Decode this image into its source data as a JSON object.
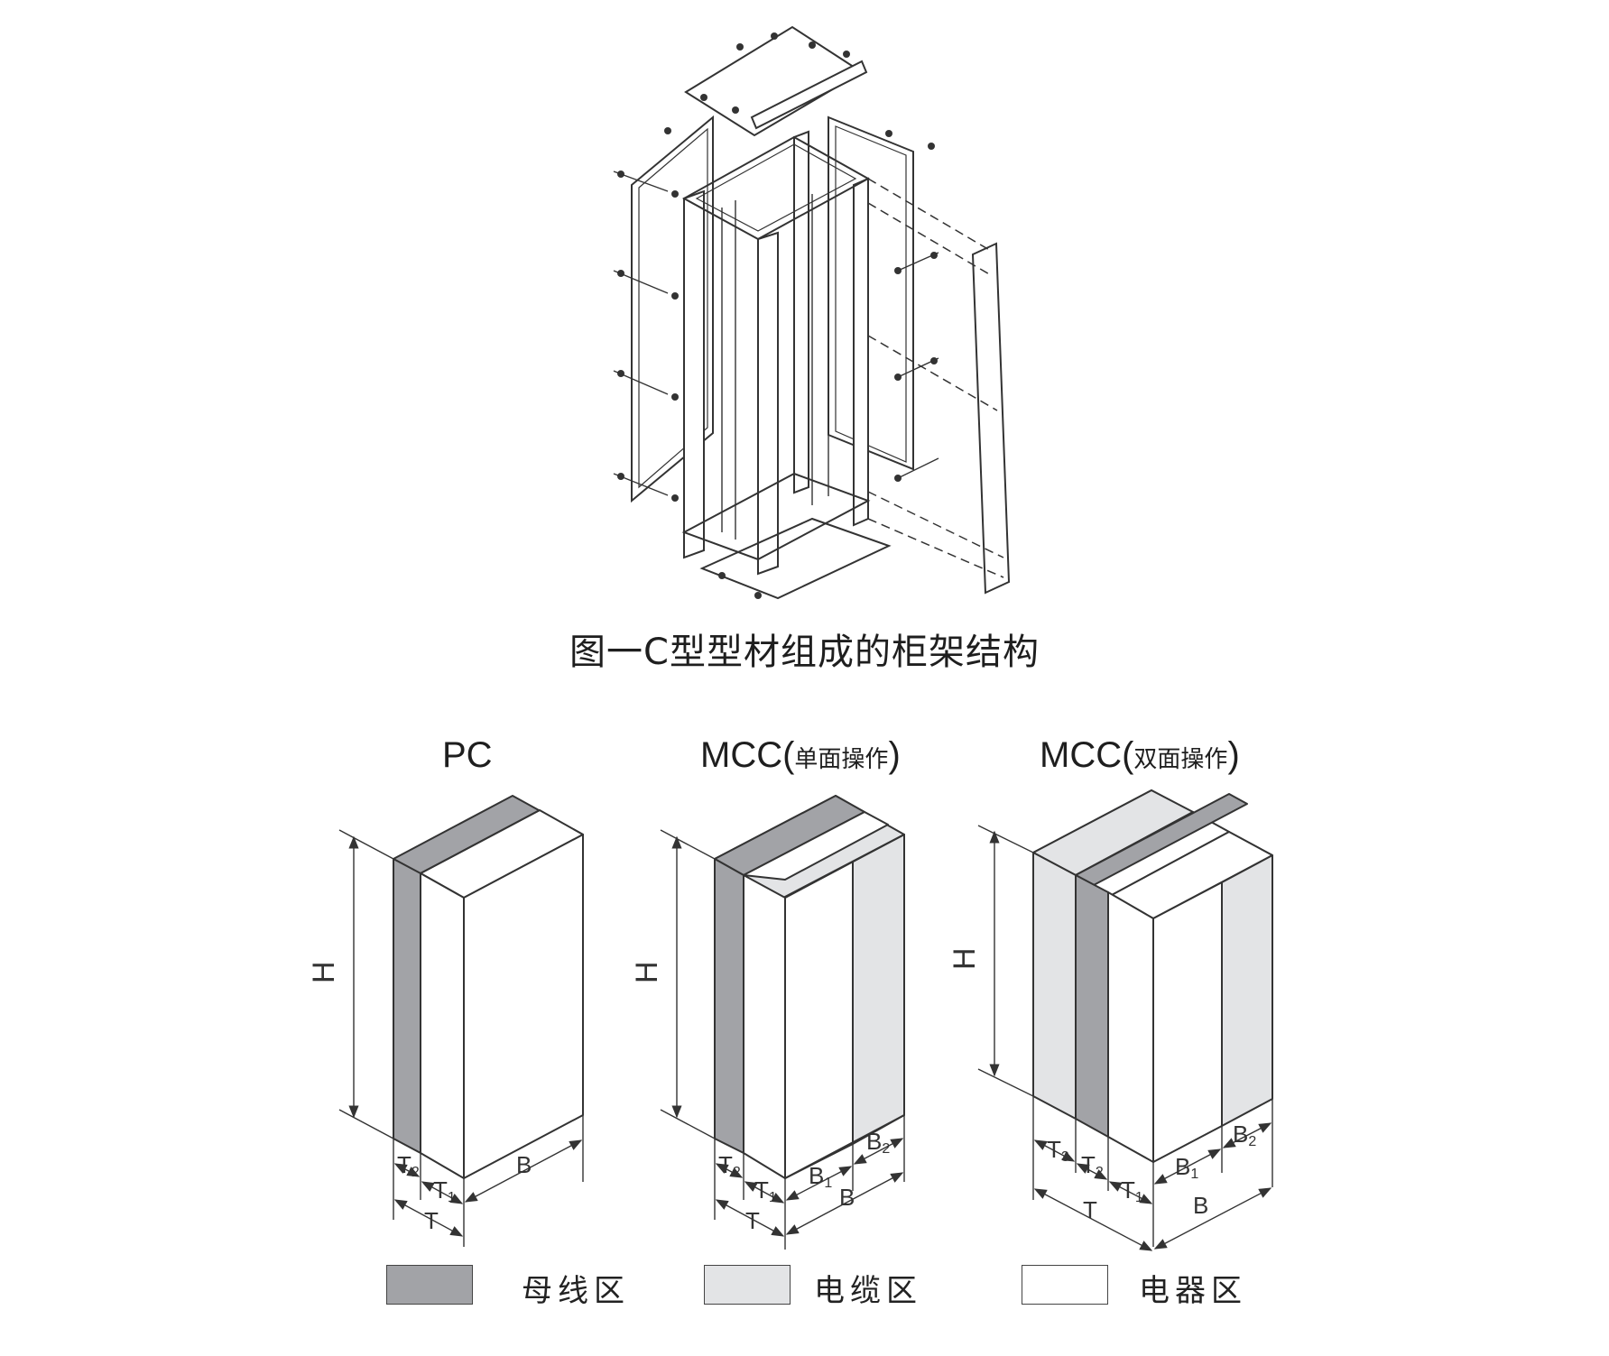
{
  "caption": "图一C型型材组成的柜架结构",
  "panels": [
    {
      "title": "PC",
      "title_note": "",
      "dims": {
        "H": "H",
        "T": "T",
        "T1": "T",
        "T1_sub": "1",
        "T2": "T",
        "T2_sub": "2",
        "B": "B"
      }
    },
    {
      "title": "MCC(",
      "title_note": "单面操作",
      "title_end": ")",
      "dims": {
        "H": "H",
        "T": "T",
        "T1": "T",
        "T1_sub": "1",
        "T2": "T",
        "T2_sub": "2",
        "B": "B",
        "B1": "B",
        "B1_sub": "1",
        "B2": "B",
        "B2_sub": "2"
      }
    },
    {
      "title": "MCC(",
      "title_note": "双面操作",
      "title_end": ")",
      "dims": {
        "H": "H",
        "T": "T",
        "T1": "T",
        "T1_sub": "1",
        "T2": "T",
        "T2_sub": "2",
        "T3": "T",
        "T3_sub": "3",
        "B": "B",
        "B1": "B",
        "B1_sub": "1",
        "B2": "B",
        "B2_sub": "2"
      }
    }
  ],
  "legend": [
    {
      "label": "母线区",
      "color": "#a2a3a7"
    },
    {
      "label": "电缆区",
      "color": "#e3e4e6"
    },
    {
      "label": "电器区",
      "color": "#ffffff"
    }
  ],
  "colors": {
    "busbar": "#a2a3a7",
    "cable": "#e3e4e6",
    "device": "#ffffff",
    "line": "#333333"
  }
}
